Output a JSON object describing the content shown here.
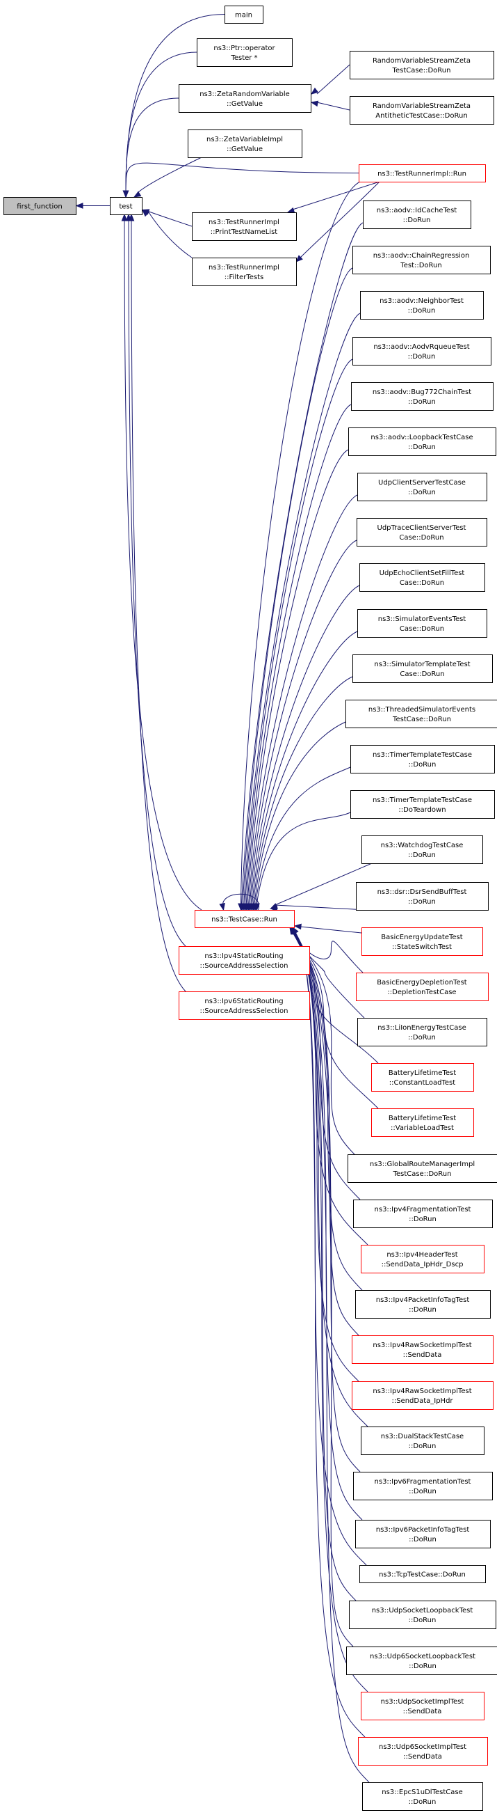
{
  "diagram": {
    "type": "call-graph",
    "colors": {
      "edge": "#191970",
      "root_fill": "#bfbfbf",
      "normal_border": "#000000",
      "truncated_border": "#ff0000"
    },
    "nodes": [
      {
        "id": "first_function",
        "lines": [
          "first_function"
        ],
        "style": "root"
      },
      {
        "id": "test",
        "lines": [
          "test"
        ],
        "style": "normal"
      },
      {
        "id": "main",
        "lines": [
          "main"
        ],
        "style": "normal"
      },
      {
        "id": "ptr_operator",
        "lines": [
          "ns3::Ptr::operator",
          "Tester *"
        ],
        "style": "normal"
      },
      {
        "id": "zeta_rv_getvalue",
        "lines": [
          "ns3::ZetaRandomVariable",
          "::GetValue"
        ],
        "style": "normal"
      },
      {
        "id": "zeta_impl_getvalue",
        "lines": [
          "ns3::ZetaVariableImpl",
          "::GetValue"
        ],
        "style": "normal"
      },
      {
        "id": "print_test_name_list",
        "lines": [
          "ns3::TestRunnerImpl",
          "::PrintTestNameList"
        ],
        "style": "normal"
      },
      {
        "id": "filter_tests",
        "lines": [
          "ns3::TestRunnerImpl",
          "::FilterTests"
        ],
        "style": "normal"
      },
      {
        "id": "testcase_run",
        "lines": [
          "ns3::TestCase::Run"
        ],
        "style": "red"
      },
      {
        "id": "ipv4_static_routing",
        "lines": [
          "ns3::Ipv4StaticRouting",
          "::SourceAddressSelection"
        ],
        "style": "red"
      },
      {
        "id": "ipv6_static_routing",
        "lines": [
          "ns3::Ipv6StaticRouting",
          "::SourceAddressSelection"
        ],
        "style": "red"
      },
      {
        "id": "rvs_zeta_testcase",
        "lines": [
          "RandomVariableStreamZeta",
          "TestCase::DoRun"
        ],
        "style": "normal"
      },
      {
        "id": "rvs_zeta_antithetic",
        "lines": [
          "RandomVariableStreamZeta",
          "AntitheticTestCase::DoRun"
        ],
        "style": "normal"
      },
      {
        "id": "testrunner_run",
        "lines": [
          "ns3::TestRunnerImpl::Run"
        ],
        "style": "red"
      },
      {
        "id": "aodv_idcache",
        "lines": [
          "ns3::aodv::IdCacheTest",
          "::DoRun"
        ],
        "style": "normal"
      },
      {
        "id": "aodv_chain",
        "lines": [
          "ns3::aodv::ChainRegression",
          "Test::DoRun"
        ],
        "style": "normal"
      },
      {
        "id": "aodv_neighbor",
        "lines": [
          "ns3::aodv::NeighborTest",
          "::DoRun"
        ],
        "style": "normal"
      },
      {
        "id": "aodv_rqueue",
        "lines": [
          "ns3::aodv::AodvRqueueTest",
          "::DoRun"
        ],
        "style": "normal"
      },
      {
        "id": "aodv_bug772",
        "lines": [
          "ns3::aodv::Bug772ChainTest",
          "::DoRun"
        ],
        "style": "normal"
      },
      {
        "id": "aodv_loopback",
        "lines": [
          "ns3::aodv::LoopbackTestCase",
          "::DoRun"
        ],
        "style": "normal"
      },
      {
        "id": "udp_client_server",
        "lines": [
          "UdpClientServerTestCase",
          "::DoRun"
        ],
        "style": "normal"
      },
      {
        "id": "udp_trace_client_server",
        "lines": [
          "UdpTraceClientServerTest",
          "Case::DoRun"
        ],
        "style": "normal"
      },
      {
        "id": "udp_echo_fill",
        "lines": [
          "UdpEchoClientSetFillTest",
          "Case::DoRun"
        ],
        "style": "normal"
      },
      {
        "id": "sim_events",
        "lines": [
          "ns3::SimulatorEventsTest",
          "Case::DoRun"
        ],
        "style": "normal"
      },
      {
        "id": "sim_template",
        "lines": [
          "ns3::SimulatorTemplateTest",
          "Case::DoRun"
        ],
        "style": "normal"
      },
      {
        "id": "threaded_sim",
        "lines": [
          "ns3::ThreadedSimulatorEvents",
          "TestCase::DoRun"
        ],
        "style": "normal"
      },
      {
        "id": "timer_template_run",
        "lines": [
          "ns3::TimerTemplateTestCase",
          "::DoRun"
        ],
        "style": "normal"
      },
      {
        "id": "timer_template_teardown",
        "lines": [
          "ns3::TimerTemplateTestCase",
          "::DoTeardown"
        ],
        "style": "normal"
      },
      {
        "id": "watchdog",
        "lines": [
          "ns3::WatchdogTestCase",
          "::DoRun"
        ],
        "style": "normal"
      },
      {
        "id": "dsr_sendbuff",
        "lines": [
          "ns3::dsr::DsrSendBuffTest",
          "::DoRun"
        ],
        "style": "normal"
      },
      {
        "id": "basic_energy_update",
        "lines": [
          "BasicEnergyUpdateTest",
          "::StateSwitchTest"
        ],
        "style": "red"
      },
      {
        "id": "basic_energy_depletion",
        "lines": [
          "BasicEnergyDepletionTest",
          "::DepletionTestCase"
        ],
        "style": "red"
      },
      {
        "id": "liion_energy",
        "lines": [
          "ns3::LiIonEnergyTestCase",
          "::DoRun"
        ],
        "style": "normal"
      },
      {
        "id": "battery_constant",
        "lines": [
          "BatteryLifetimeTest",
          "::ConstantLoadTest"
        ],
        "style": "red"
      },
      {
        "id": "battery_variable",
        "lines": [
          "BatteryLifetimeTest",
          "::VariableLoadTest"
        ],
        "style": "red"
      },
      {
        "id": "global_route_mgr",
        "lines": [
          "ns3::GlobalRouteManagerImpl",
          "TestCase::DoRun"
        ],
        "style": "normal"
      },
      {
        "id": "ipv4_frag",
        "lines": [
          "ns3::Ipv4FragmentationTest",
          "::DoRun"
        ],
        "style": "normal"
      },
      {
        "id": "ipv4_header",
        "lines": [
          "ns3::Ipv4HeaderTest",
          "::SendData_IpHdr_Dscp"
        ],
        "style": "red"
      },
      {
        "id": "ipv4_pktinfo",
        "lines": [
          "ns3::Ipv4PacketInfoTagTest",
          "::DoRun"
        ],
        "style": "normal"
      },
      {
        "id": "ipv4_raw_senddata",
        "lines": [
          "ns3::Ipv4RawSocketImplTest",
          "::SendData"
        ],
        "style": "red"
      },
      {
        "id": "ipv4_raw_senddata_iphdr",
        "lines": [
          "ns3::Ipv4RawSocketImplTest",
          "::SendData_IpHdr"
        ],
        "style": "red"
      },
      {
        "id": "dual_stack",
        "lines": [
          "ns3::DualStackTestCase",
          "::DoRun"
        ],
        "style": "normal"
      },
      {
        "id": "ipv6_frag",
        "lines": [
          "ns3::Ipv6FragmentationTest",
          "::DoRun"
        ],
        "style": "normal"
      },
      {
        "id": "ipv6_pktinfo",
        "lines": [
          "ns3::Ipv6PacketInfoTagTest",
          "::DoRun"
        ],
        "style": "normal"
      },
      {
        "id": "tcp_testcase",
        "lines": [
          "ns3::TcpTestCase::DoRun"
        ],
        "style": "normal"
      },
      {
        "id": "udp_socket_loopback",
        "lines": [
          "ns3::UdpSocketLoopbackTest",
          "::DoRun"
        ],
        "style": "normal"
      },
      {
        "id": "udp6_socket_loopback",
        "lines": [
          "ns3::Udp6SocketLoopbackTest",
          "::DoRun"
        ],
        "style": "normal"
      },
      {
        "id": "udp_socket_impl",
        "lines": [
          "ns3::UdpSocketImplTest",
          "::SendData"
        ],
        "style": "red"
      },
      {
        "id": "udp6_socket_impl",
        "lines": [
          "ns3::Udp6SocketImplTest",
          "::SendData"
        ],
        "style": "red"
      },
      {
        "id": "epc_s1u_dl",
        "lines": [
          "ns3::EpcS1uDlTestCase",
          "::DoRun"
        ],
        "style": "normal"
      }
    ],
    "edges": [
      [
        "test",
        "first_function"
      ],
      [
        "main",
        "test"
      ],
      [
        "ptr_operator",
        "test"
      ],
      [
        "zeta_rv_getvalue",
        "test"
      ],
      [
        "zeta_impl_getvalue",
        "test"
      ],
      [
        "testrunner_run",
        "test"
      ],
      [
        "print_test_name_list",
        "test"
      ],
      [
        "filter_tests",
        "test"
      ],
      [
        "testcase_run",
        "test"
      ],
      [
        "ipv4_static_routing",
        "test"
      ],
      [
        "ipv6_static_routing",
        "test"
      ],
      [
        "rvs_zeta_testcase",
        "zeta_rv_getvalue"
      ],
      [
        "rvs_zeta_antithetic",
        "zeta_rv_getvalue"
      ],
      [
        "testrunner_run",
        "print_test_name_list"
      ],
      [
        "testrunner_run",
        "filter_tests"
      ],
      [
        "testrunner_run",
        "testcase_run"
      ],
      [
        "testcase_run",
        "testcase_run"
      ],
      [
        "aodv_idcache",
        "testcase_run"
      ],
      [
        "aodv_chain",
        "testcase_run"
      ],
      [
        "aodv_neighbor",
        "testcase_run"
      ],
      [
        "aodv_rqueue",
        "testcase_run"
      ],
      [
        "aodv_bug772",
        "testcase_run"
      ],
      [
        "aodv_loopback",
        "testcase_run"
      ],
      [
        "udp_client_server",
        "testcase_run"
      ],
      [
        "udp_trace_client_server",
        "testcase_run"
      ],
      [
        "udp_echo_fill",
        "testcase_run"
      ],
      [
        "sim_events",
        "testcase_run"
      ],
      [
        "sim_template",
        "testcase_run"
      ],
      [
        "threaded_sim",
        "testcase_run"
      ],
      [
        "timer_template_run",
        "testcase_run"
      ],
      [
        "timer_template_teardown",
        "testcase_run"
      ],
      [
        "watchdog",
        "testcase_run"
      ],
      [
        "dsr_sendbuff",
        "testcase_run"
      ],
      [
        "basic_energy_update",
        "testcase_run"
      ],
      [
        "basic_energy_depletion",
        "testcase_run"
      ],
      [
        "liion_energy",
        "testcase_run"
      ],
      [
        "battery_constant",
        "testcase_run"
      ],
      [
        "battery_variable",
        "testcase_run"
      ],
      [
        "global_route_mgr",
        "testcase_run"
      ],
      [
        "ipv4_frag",
        "testcase_run"
      ],
      [
        "ipv4_header",
        "testcase_run"
      ],
      [
        "ipv4_pktinfo",
        "testcase_run"
      ],
      [
        "ipv4_raw_senddata",
        "testcase_run"
      ],
      [
        "ipv4_raw_senddata_iphdr",
        "testcase_run"
      ],
      [
        "dual_stack",
        "testcase_run"
      ],
      [
        "ipv6_frag",
        "testcase_run"
      ],
      [
        "ipv6_pktinfo",
        "testcase_run"
      ],
      [
        "tcp_testcase",
        "testcase_run"
      ],
      [
        "udp_socket_loopback",
        "testcase_run"
      ],
      [
        "udp6_socket_loopback",
        "testcase_run"
      ],
      [
        "udp_socket_impl",
        "testcase_run"
      ],
      [
        "udp6_socket_impl",
        "testcase_run"
      ],
      [
        "epc_s1u_dl",
        "testcase_run"
      ]
    ]
  }
}
